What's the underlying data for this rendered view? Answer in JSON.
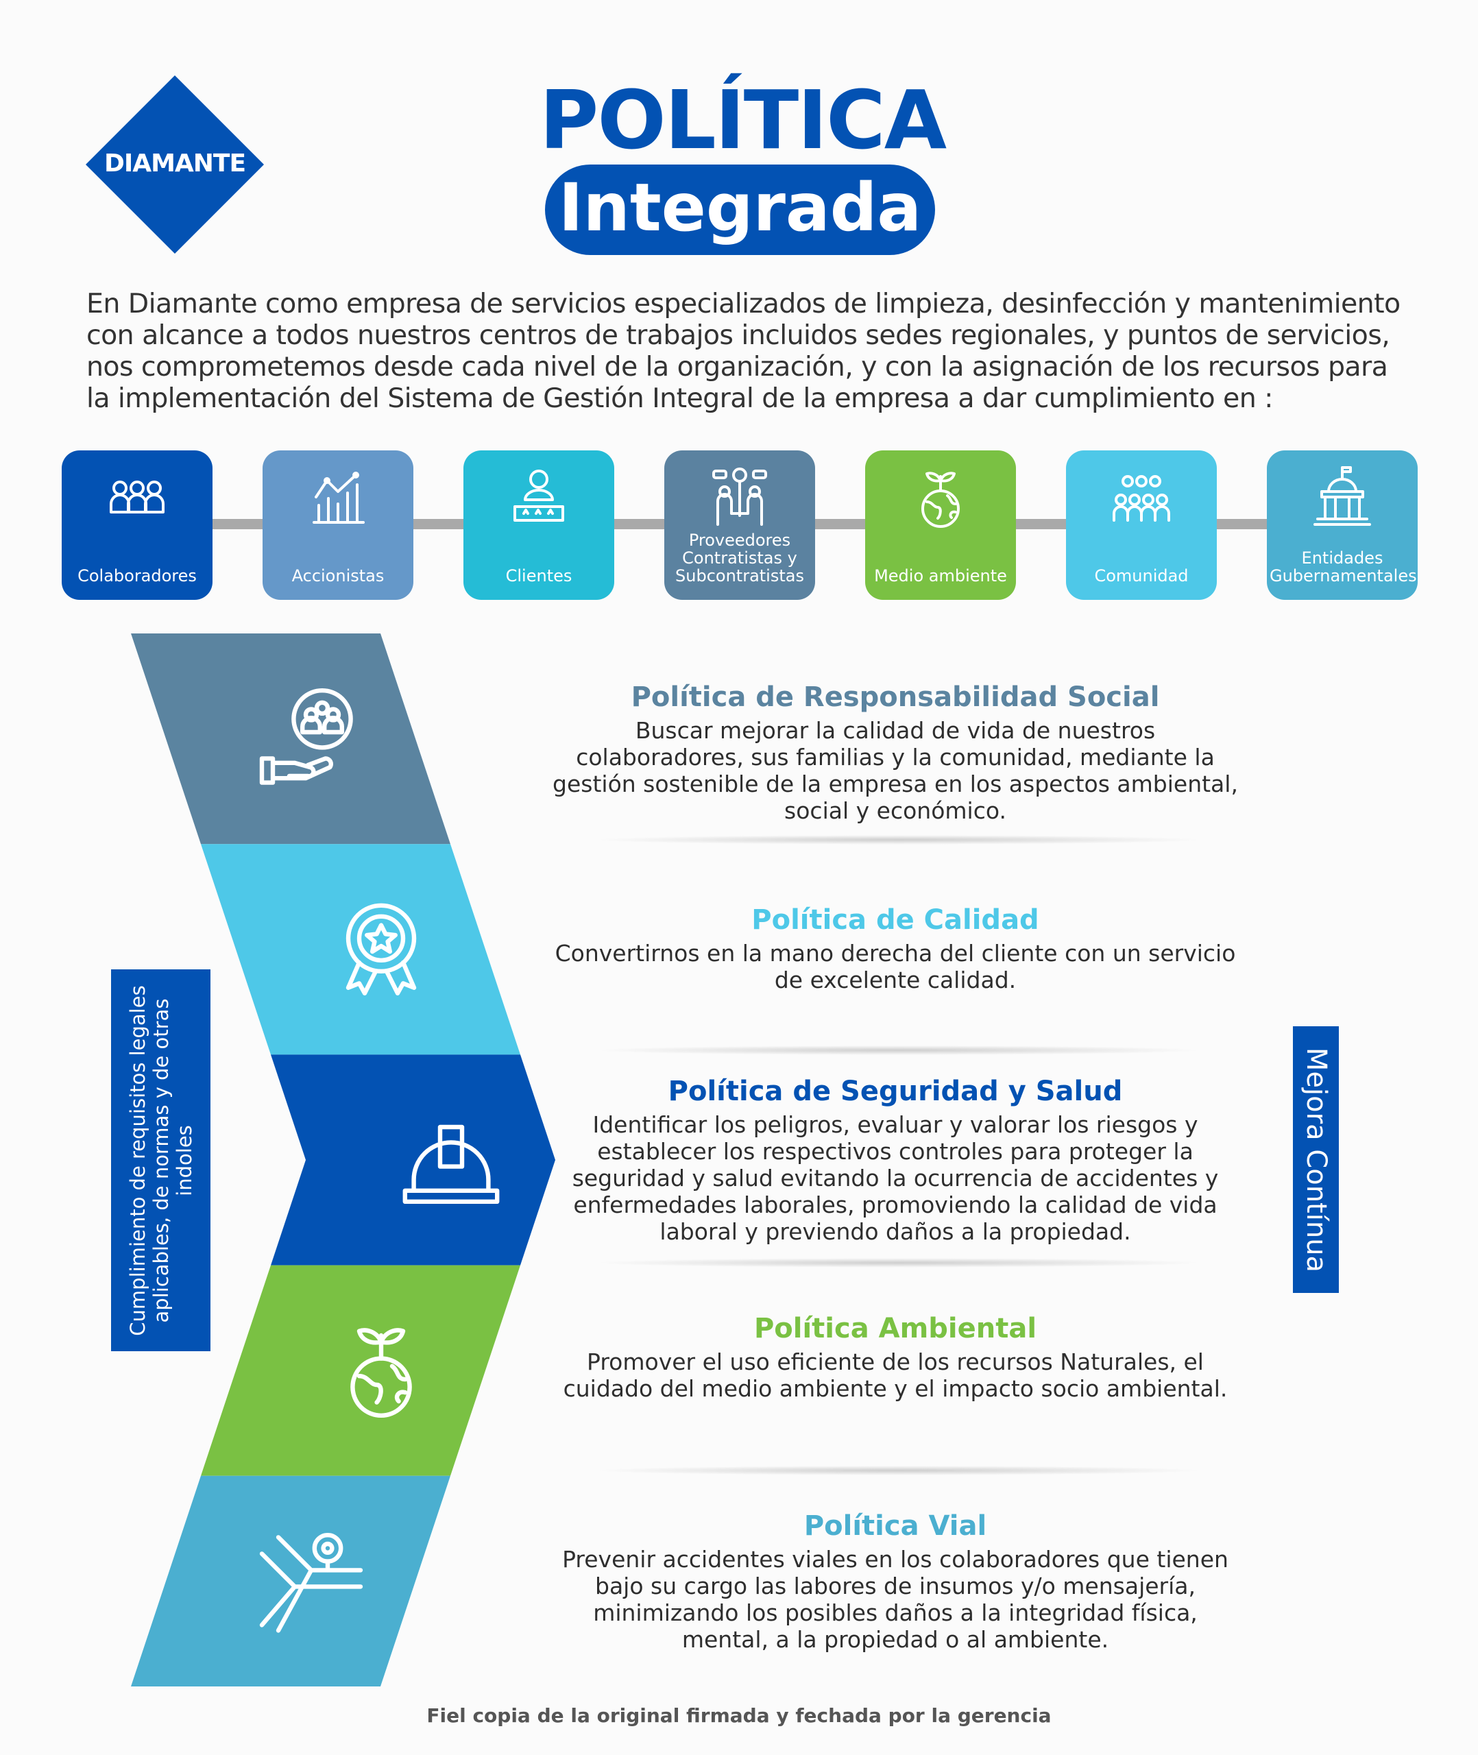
{
  "logo": {
    "text": "DIAMANTE",
    "color": "#0352b3"
  },
  "header": {
    "title": "POLÍTICA",
    "subtitle": "Integrada"
  },
  "intro": "En Diamante como empresa de servicios especializados de limpieza, desinfección y mantenimiento con alcance a todos nuestros centros de trabajos incluidos sedes regionales, y puntos de servicios, nos comprometemos desde cada nivel de la organización, y con la asignación de los recursos para la implementación del Sistema de Gestión Integral de la empresa a dar cumplimiento en :",
  "stakeholders": [
    {
      "label": "Colaboradores",
      "icon": "people-group-icon",
      "color": "#0352b3"
    },
    {
      "label": "Accionistas",
      "icon": "bar-chart-icon",
      "color": "#6598c9"
    },
    {
      "label": "Clientes",
      "icon": "customer-rating-icon",
      "color": "#25bcd6"
    },
    {
      "label": "Proveedores Contratistas y Subcontratistas",
      "icon": "suppliers-icon",
      "color": "#5b82a0"
    },
    {
      "label": "Medio ambiente",
      "icon": "plant-globe-icon",
      "color": "#7ac143"
    },
    {
      "label": "Comunidad",
      "icon": "community-icon",
      "color": "#4ec8e8"
    },
    {
      "label": "Entidades Gubernamentales",
      "icon": "government-building-icon",
      "color": "#4bafd0"
    }
  ],
  "side_left": "Cumplimiento de requisitos legales aplicables, de normas y de otras indoles",
  "side_right": "Mejora Contínua",
  "policies": [
    {
      "title": "Política de Responsabilidad Social",
      "body": "Buscar mejorar la calidad de vida de nuestros colaboradores, sus familias y la comunidad, mediante la gestión sostenible de la empresa en los aspectos ambiental, social y económico.",
      "color": "#5b84a0",
      "icon": "hand-community-icon"
    },
    {
      "title": "Política de Calidad",
      "body": "Convertirnos en la mano derecha del cliente con un servicio de excelente calidad.",
      "color": "#4ec8e8",
      "icon": "award-badge-icon"
    },
    {
      "title": "Política de Seguridad y Salud",
      "body": "Identificar los peligros, evaluar y valorar los riesgos y establecer los respectivos controles para proteger la seguridad y salud evitando la ocurrencia de accidentes y enfermedades laborales, promoviendo la calidad de vida laboral y previendo daños a la propiedad.",
      "color": "#0352b3",
      "icon": "hard-hat-icon"
    },
    {
      "title": "Política Ambiental",
      "body": "Promover el uso eficiente de los recursos Naturales, el cuidado del medio ambiente y el impacto socio ambiental.",
      "color": "#7ac143",
      "icon": "plant-globe-icon"
    },
    {
      "title": "Política Vial",
      "body": "Prevenir accidentes viales en los colaboradores que tienen bajo su cargo las labores de insumos y/o mensajería, minimizando los posibles daños a la integridad física, mental, a la propiedad o al ambiente.",
      "color": "#4bafd0",
      "icon": "road-location-icon"
    }
  ],
  "footer": "Fiel copia de la original firmada y fechada por la gerencia"
}
